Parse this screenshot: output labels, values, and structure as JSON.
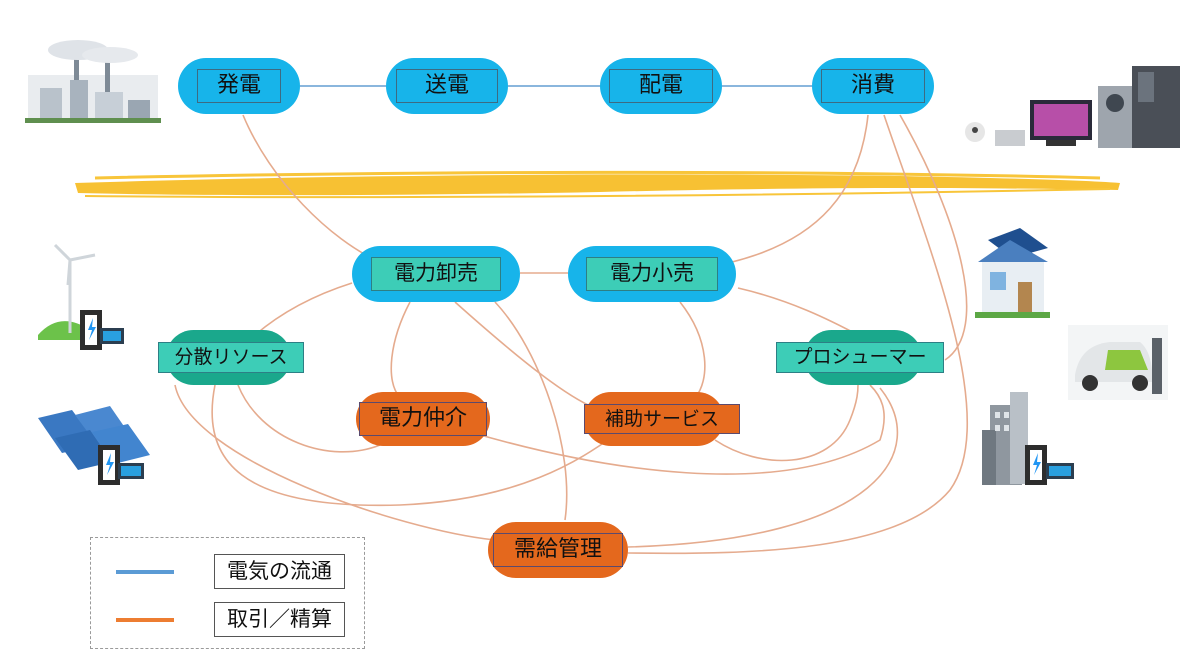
{
  "nodes": {
    "generation": "発電",
    "transmission": "送電",
    "distribution": "配電",
    "consumption": "消費",
    "wholesale": "電力卸売",
    "retail": "電力小売",
    "distributed_resources": "分散リソース",
    "prosumer": "プロシューマー",
    "brokerage": "電力仲介",
    "ancillary": "補助サービス",
    "demand_supply": "需給管理"
  },
  "legend": {
    "power_flow": "電気の流通",
    "trading": "取引／精算"
  },
  "colors": {
    "power_flow_line": "#5b9bd5",
    "trading_line": "#e3a98c",
    "blue_node": "#17b4ea",
    "teal_node": "#1aa88c",
    "orange_node": "#e4681d",
    "divider": "#f6b60f"
  },
  "icons": [
    "power-plant-icon",
    "home-appliances-icon",
    "wind-turbine-battery-icon",
    "solar-panel-battery-icon",
    "solar-house-icon",
    "electric-car-charger-icon",
    "building-battery-icon"
  ]
}
